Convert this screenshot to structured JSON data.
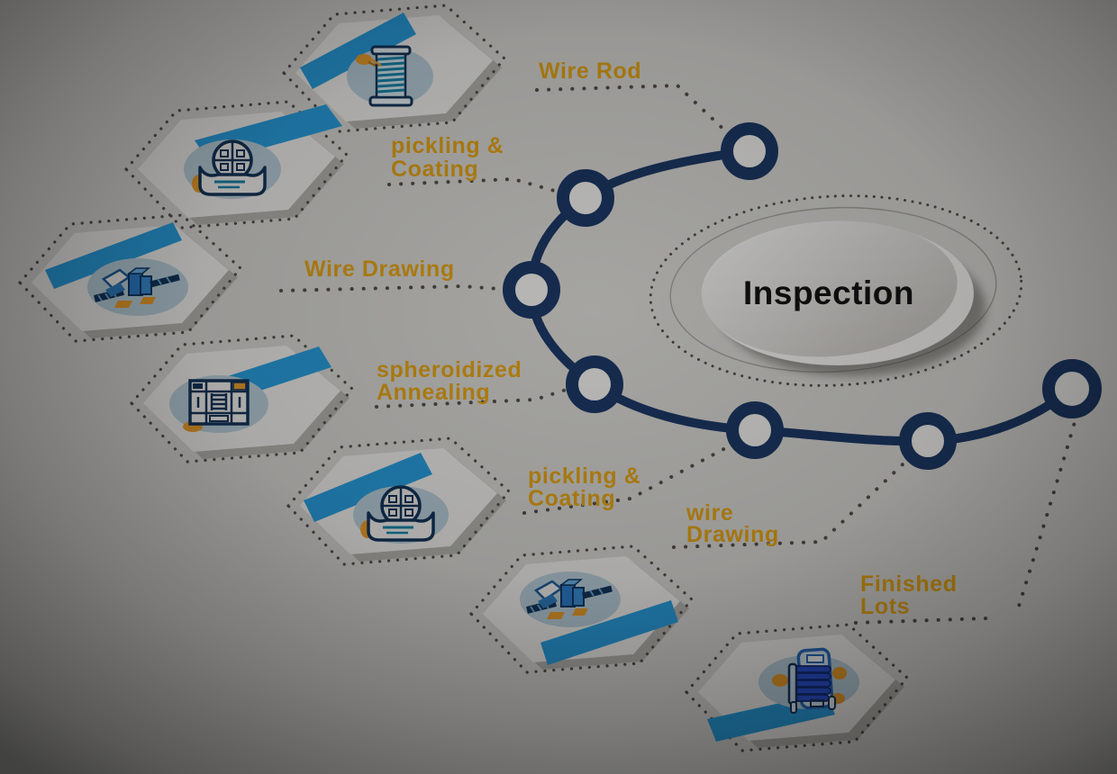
{
  "center": {
    "label": "Inspection"
  },
  "steps": [
    {
      "name": "wire-rod",
      "label_lines": [
        "Wire Rod"
      ],
      "icon": "wire-rod-spool-icon"
    },
    {
      "name": "pickling-coating-1",
      "label_lines": [
        "pickling &",
        "Coating"
      ],
      "icon": "pickling-coating-tray-icon"
    },
    {
      "name": "wire-drawing-1",
      "label_lines": [
        "Wire Drawing"
      ],
      "icon": "wire-drawing-machine-icon"
    },
    {
      "name": "spheroidized-annealing",
      "label_lines": [
        "spheroidized",
        "Annealing"
      ],
      "icon": "annealing-furnace-icon"
    },
    {
      "name": "pickling-coating-2",
      "label_lines": [
        "pickling &",
        "Coating"
      ],
      "icon": "pickling-coating-tray-icon"
    },
    {
      "name": "wire-drawing-2",
      "label_lines": [
        "wire",
        "Drawing"
      ],
      "icon": "wire-drawing-machine-icon"
    },
    {
      "name": "finished-lots",
      "label_lines": [
        "Finished",
        "Lots"
      ],
      "icon": "finished-coil-icon"
    }
  ],
  "chain": {
    "node_count": 7
  },
  "colors": {
    "label_gold": "#eaa816",
    "chain_navy": "#1d3a68",
    "bar_blue": "#2aa2e4",
    "badge_blue": "#bdd3df",
    "hex_fill": "#f5f4f1",
    "dot_color": "#57524b",
    "inspection_text": "#141414"
  }
}
